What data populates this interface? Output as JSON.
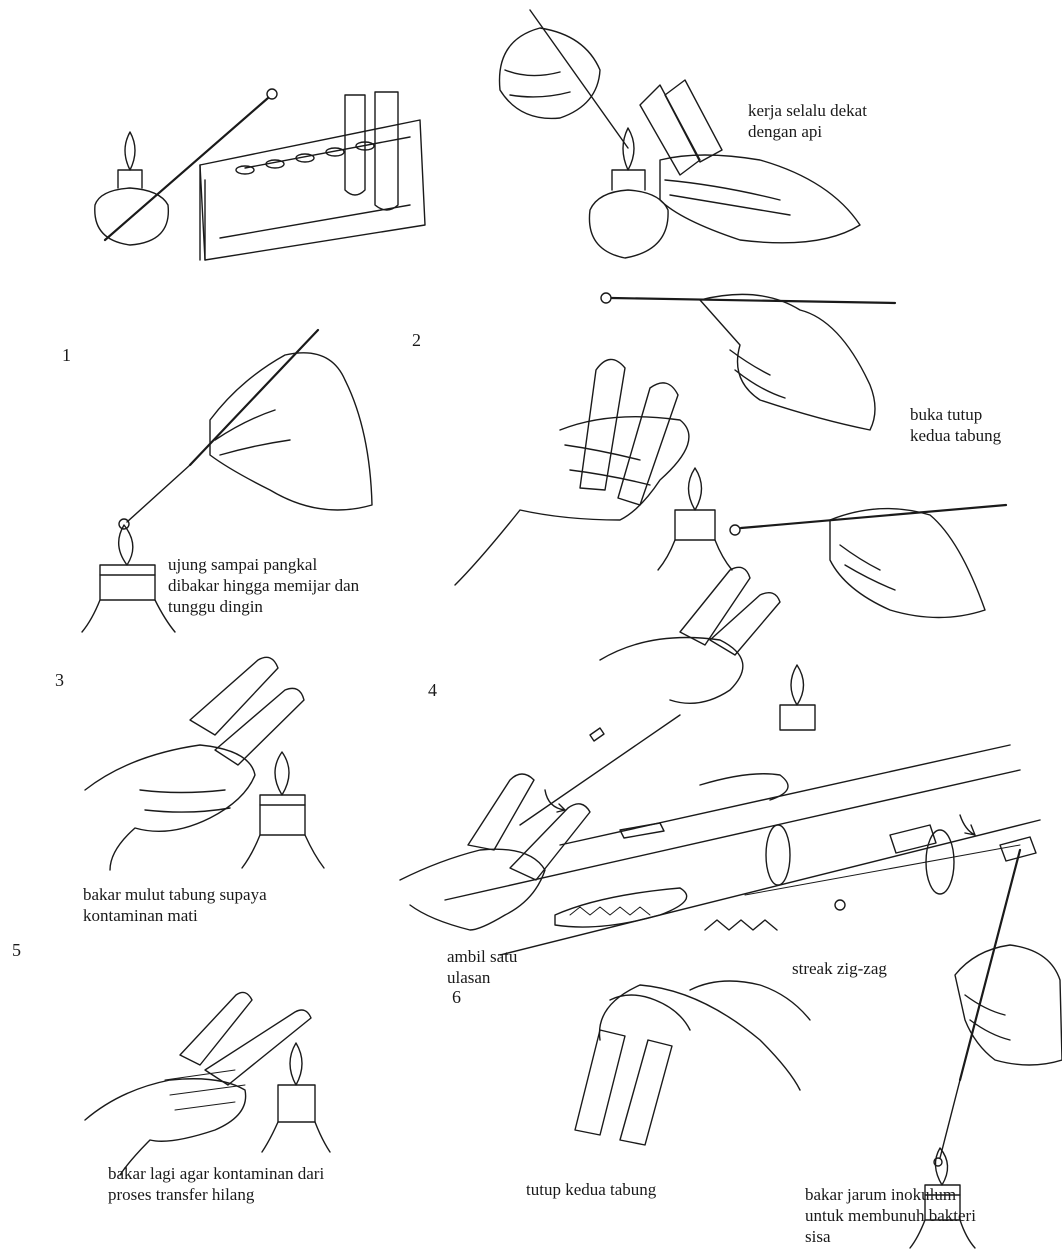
{
  "steps": {
    "s1": "1",
    "s2": "2",
    "s3": "3",
    "s4": "4",
    "s5": "5",
    "s6": "6"
  },
  "captions": {
    "near_fire": [
      "kerja selalu dekat",
      "dengan api"
    ],
    "open_caps": [
      "buka tutup",
      "kedua tabung"
    ],
    "heat_loop": [
      "ujung sampai pangkal",
      "dibakar hingga memijar dan",
      "tunggu dingin"
    ],
    "flame_mouth": [
      "bakar mulut tabung supaya",
      "kontaminan mati"
    ],
    "take_swab": [
      "ambil satu",
      "ulasan"
    ],
    "streak": [
      "streak zig-zag"
    ],
    "flame_again": [
      "bakar lagi agar kontaminan dari",
      "proses transfer hilang"
    ],
    "close_caps": [
      "tutup kedua tabung"
    ],
    "burn_needle": [
      "bakar jarum inokulum",
      "untuk membunuh bakteri",
      "sisa"
    ]
  }
}
